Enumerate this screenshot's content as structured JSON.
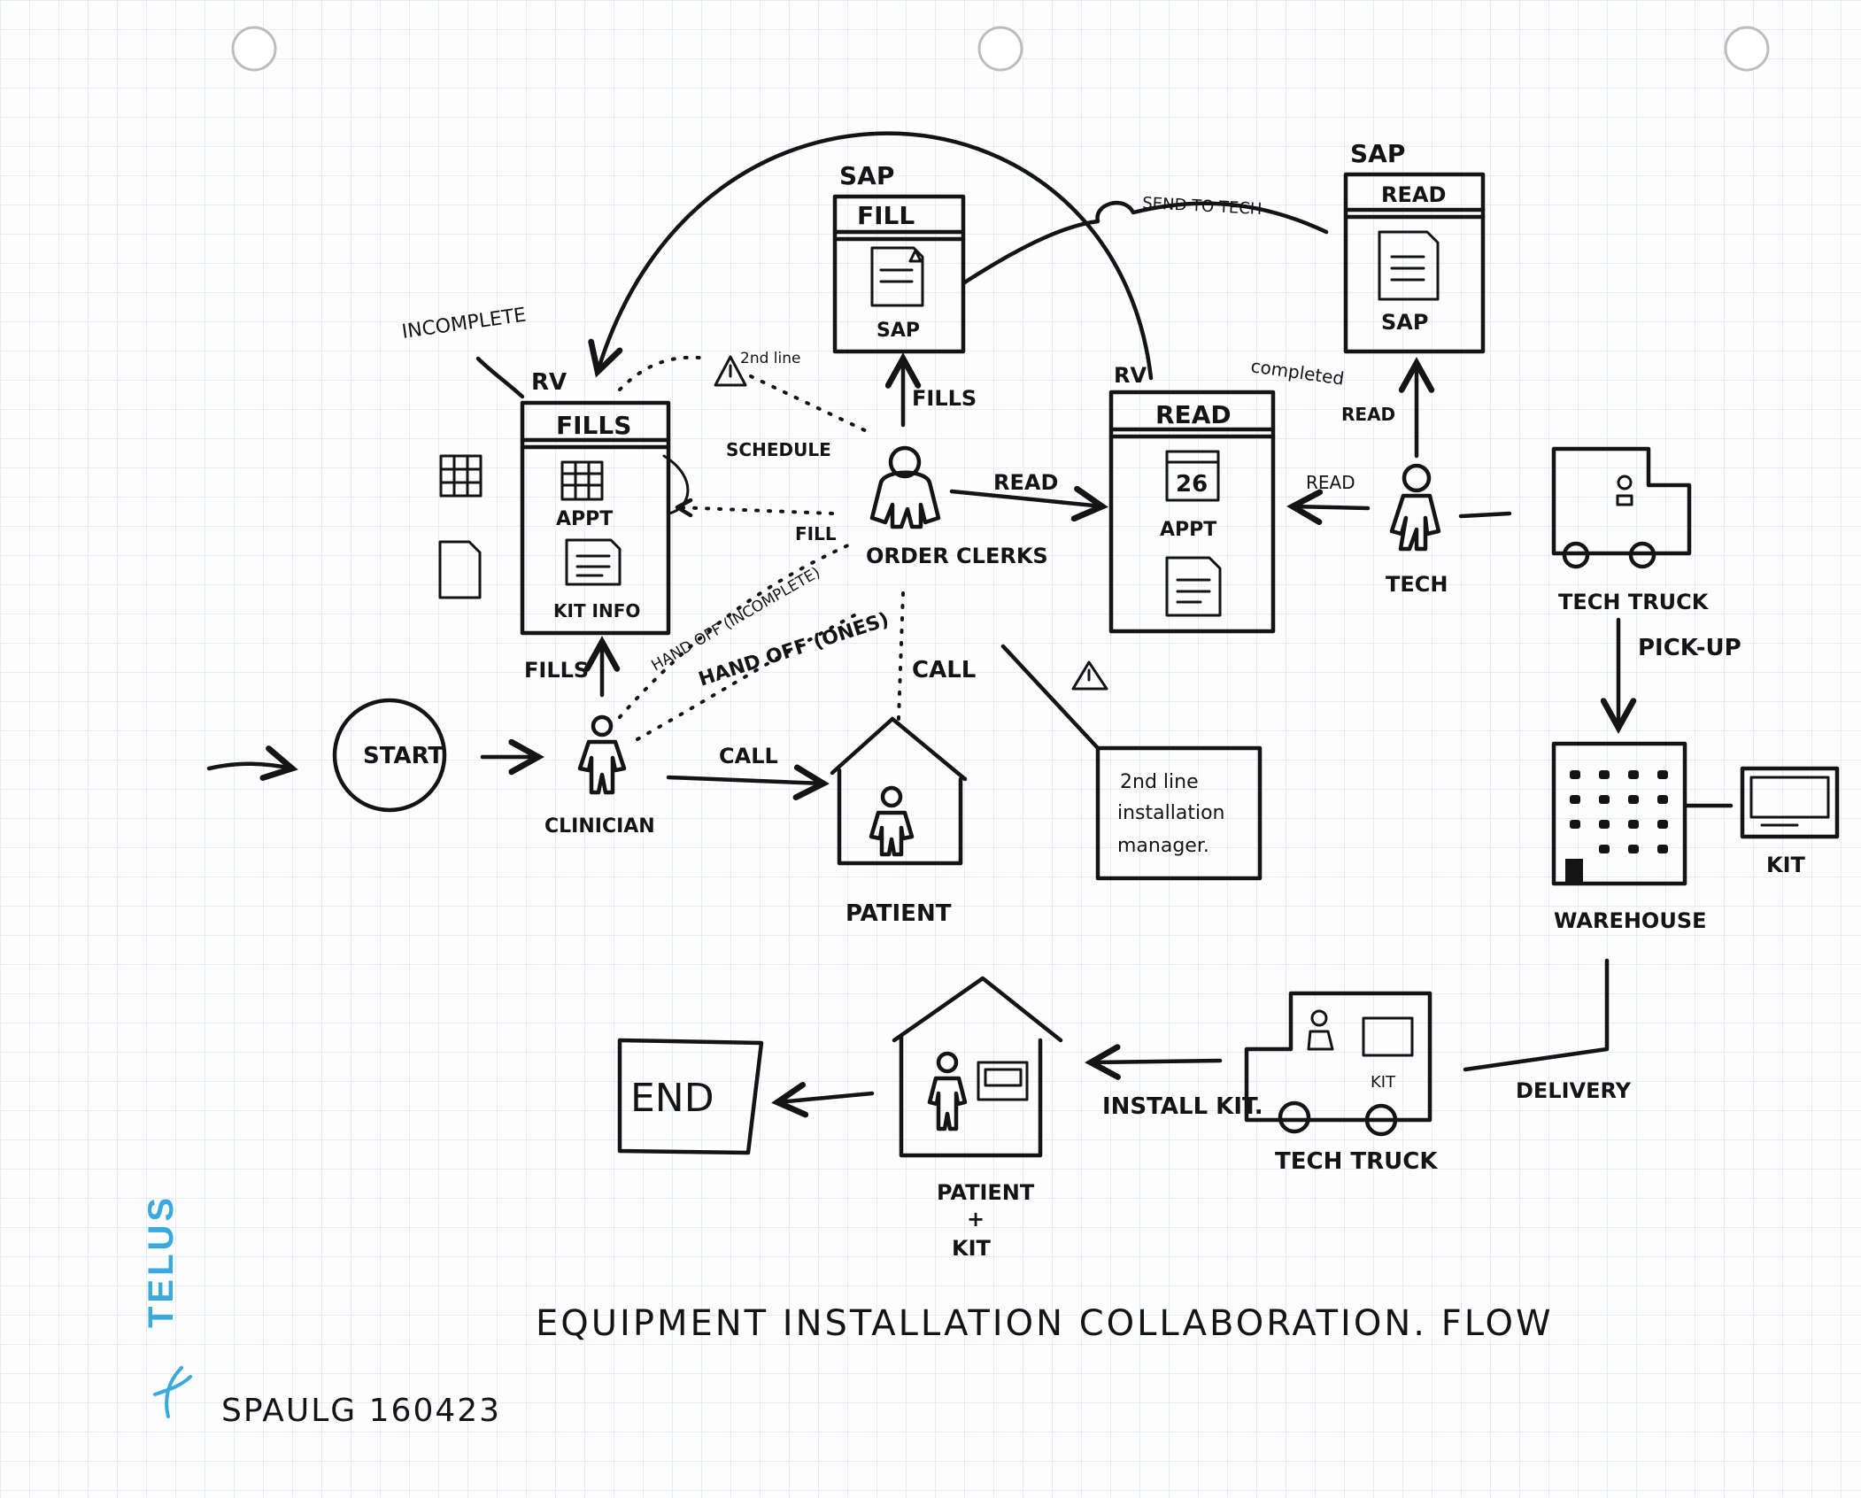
{
  "title": "EQUIPMENT INSTALLATION COLLABORATION. FLOW",
  "signature": "SPAULG 160423",
  "brand": "TELUS",
  "colors": {
    "ink": "#141414",
    "grid": "#e4edf4",
    "brand": "#3aa9de"
  },
  "nodes": {
    "start": "START",
    "clinician": "CLINICIAN",
    "patient": "PATIENT",
    "order_clerk": "ORDER CLERKS",
    "tech": "TECH",
    "tech_truck_top": "TECH TRUCK",
    "warehouse": "WAREHOUSE",
    "kit": "KIT",
    "tech_truck_bottom": "TECH TRUCK",
    "patient_kit": [
      "PATIENT",
      "+",
      "KIT"
    ],
    "end": "END",
    "truck_kit": "KIT"
  },
  "screens": {
    "rv_fills": {
      "system": "RV",
      "header": "FILLS",
      "items": [
        "APPT",
        "KIT INFO"
      ]
    },
    "sap_fill": {
      "system": "SAP",
      "header": "FILL",
      "items": [
        "SAP"
      ]
    },
    "rv_read": {
      "system": "RV",
      "header": "READ",
      "items": [
        "26",
        "APPT"
      ]
    },
    "sap_read": {
      "system": "SAP",
      "header": "READ",
      "items": [
        "SAP"
      ]
    }
  },
  "labels": {
    "incomplete": "INCOMPLETE",
    "line2": "2nd line",
    "schedule": "SCHEDULE",
    "fills_up": "FILLS",
    "fill": "FILL",
    "read_clerk": "READ",
    "read_tech": "READ",
    "read_sap": "READ",
    "send_to_tech": "SEND TO TECH",
    "completed": "completed",
    "fills_clinician": "FILLS",
    "hand_off_incomplete": "HAND OFF (INCOMPLETE)",
    "hand_off_ones": "HAND OFF (ONES)",
    "call_clerk": "CALL",
    "call_clinician": "CALL",
    "pick_up": "PICK-UP",
    "delivery": "DELIVERY",
    "install_kit": "INSTALL KIT."
  },
  "note": [
    "2nd line",
    "installation",
    "manager."
  ]
}
